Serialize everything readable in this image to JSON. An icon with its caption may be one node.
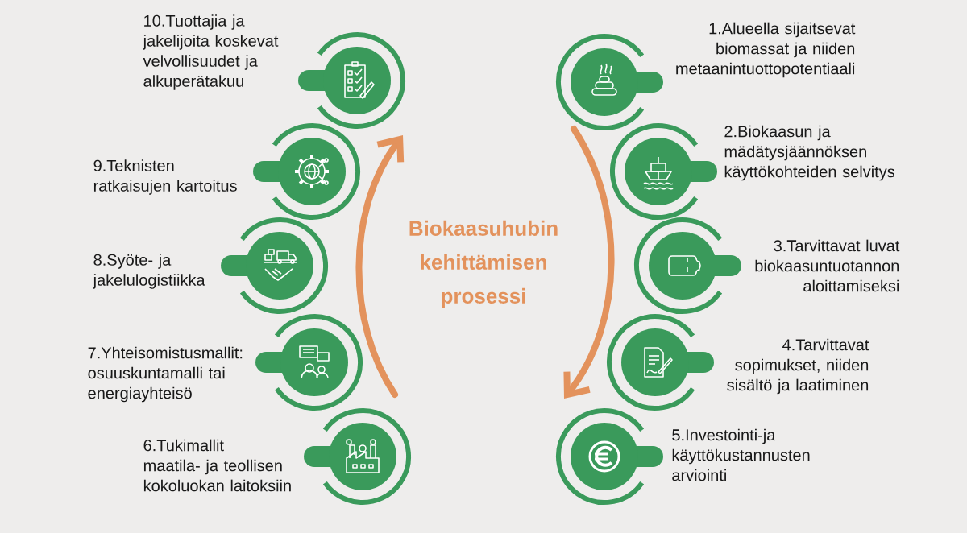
{
  "diagram": {
    "title": "Biokaasuhubin kehittämisen prosessi",
    "nodes": [
      {
        "text": [],
        "shape": "circle",
        "beside": [
          "1.Alueella sijaitsevat biomassat ja niiden metaanintuottopotentiaali"
        ]
      },
      {
        "text": [],
        "shape": "circle",
        "beside": [
          "2.Biokaasun ja mädätysjäännöksen käyttökohteiden selvitys"
        ]
      },
      {
        "text": [],
        "shape": "circle",
        "beside": [
          "3.Tarvittavat luvat biokaasuntuotannon aloittamiseksi"
        ]
      },
      {
        "text": [],
        "shape": "circle",
        "beside": [
          "4.Tarvittavat sopimukset, niiden sisältö ja laatiminen"
        ]
      },
      {
        "text": [],
        "shape": "circle",
        "beside": [
          "5.Investointi-ja käyttökustannusten arviointi"
        ]
      },
      {
        "text": [],
        "shape": "circle",
        "beside": [
          "6.Tukimallit maatila- ja teollisen kokoluokan laitoksiin"
        ]
      },
      {
        "text": [],
        "shape": "circle",
        "beside": [
          "7.Yhteisomistusmallit: osuuskuntamalli tai energiayhteisö"
        ]
      },
      {
        "text": [],
        "shape": "circle",
        "beside": [
          "8.Syöte- ja jakelulogistiikka"
        ]
      },
      {
        "text": [],
        "shape": "circle",
        "beside": [
          "9.Teknisten ratkaisujen kartoitus"
        ]
      },
      {
        "text": [],
        "shape": "circle",
        "beside": [
          "10.Tuottajia ja jakelijoita koskevat velvollisuudet ja alkuperätakuu"
        ]
      }
    ]
  }
}
